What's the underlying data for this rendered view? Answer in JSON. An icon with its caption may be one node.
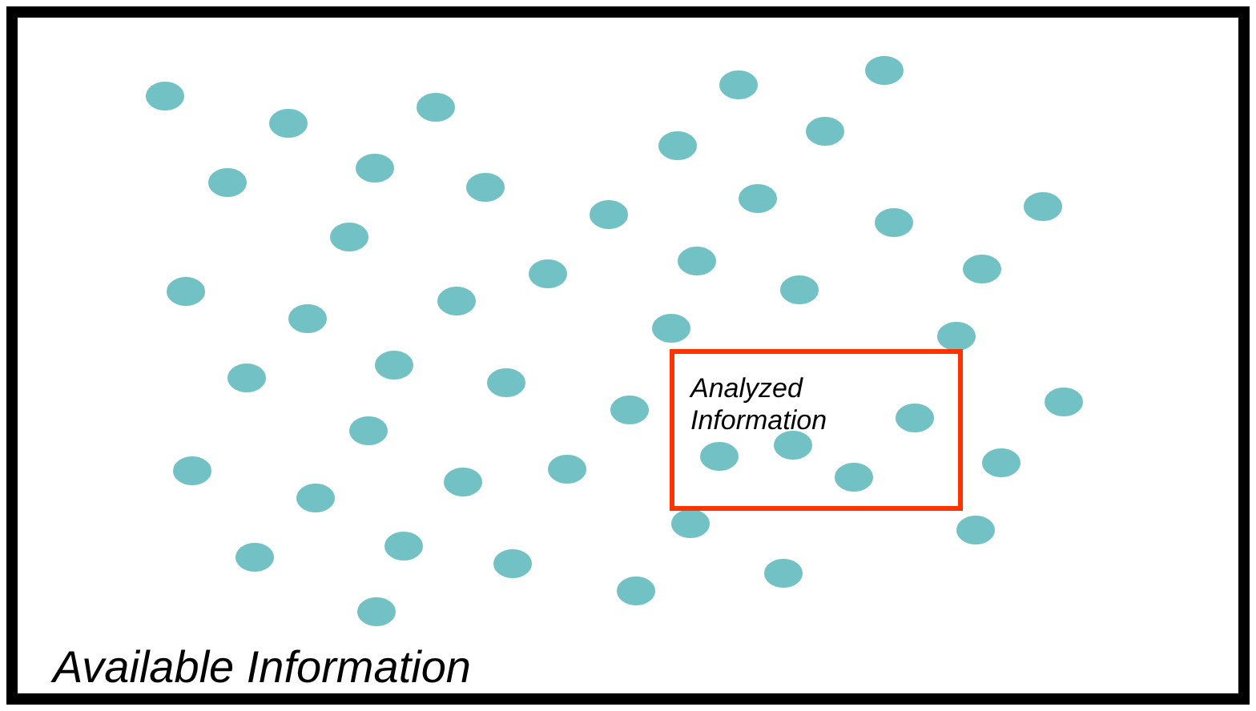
{
  "diagram": {
    "nodes": [
      {
        "text": [
          "Available Information"
        ]
      },
      {
        "text": [
          "Analyzed Information"
        ],
        "in": 0
      }
    ]
  }
}
